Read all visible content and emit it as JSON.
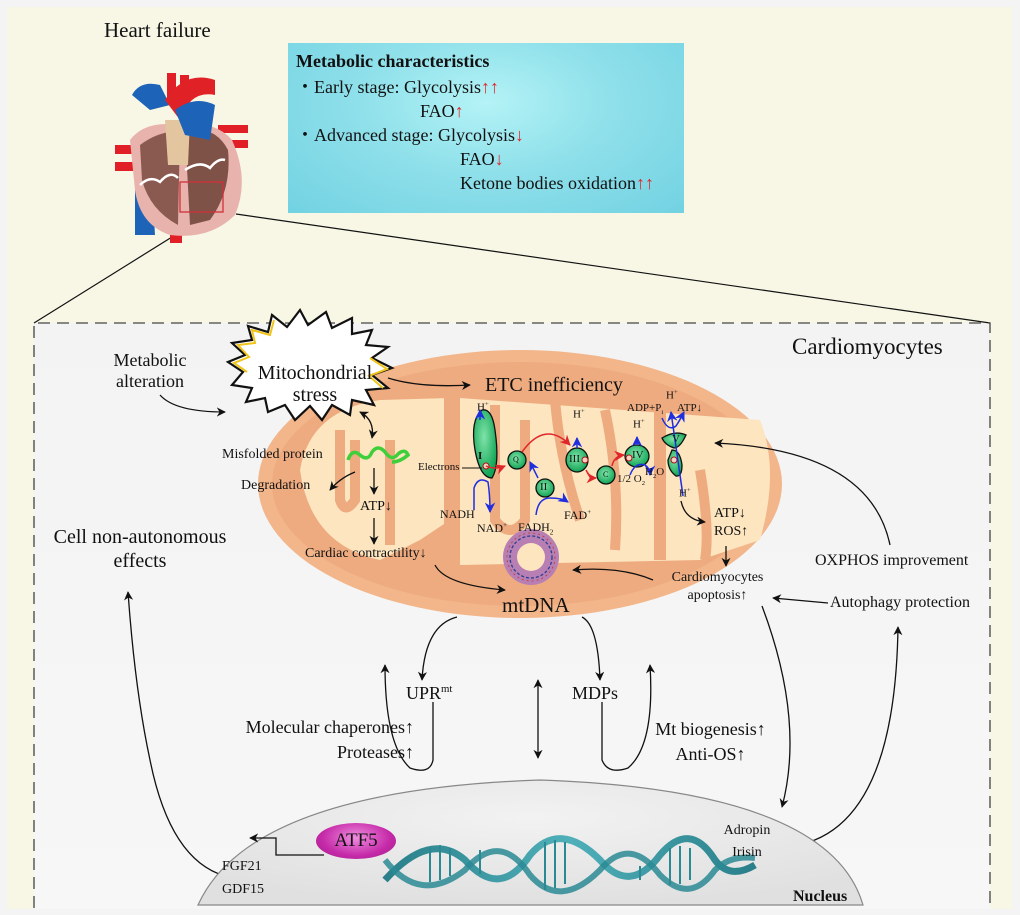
{
  "figure": {
    "title": "Heart failure",
    "metabolic_box": {
      "heading": "Metabolic characteristics",
      "rows": [
        {
          "bullet": "・",
          "stage": "Early stage: ",
          "item": "Glycolysis",
          "arrow": "↑↑"
        },
        {
          "bullet": "",
          "stage": "",
          "item": "FAO",
          "arrow": "↑"
        },
        {
          "bullet": "・",
          "stage": "Advanced stage: ",
          "item": "Glycolysis",
          "arrow": "↓"
        },
        {
          "bullet": "",
          "stage": "",
          "item": "FAO",
          "arrow": "↓"
        },
        {
          "bullet": "",
          "stage": "",
          "item": "Ketone bodies oxidation",
          "arrow": "↑↑"
        }
      ]
    },
    "cell_label": "Cardiomyocytes",
    "left": {
      "metabolic_alteration_1": "Metabolic",
      "metabolic_alteration_2": "alteration",
      "cell_non_autonomous_1": "Cell non-autonomous",
      "cell_non_autonomous_2": "effects"
    },
    "mito": {
      "stress_1": "Mitochondrial",
      "stress_2": "stress",
      "etc": "ETC inefficiency",
      "misfolded": "Misfolded protein",
      "degradation": "Degradation",
      "atp_down": "ATP↓",
      "cardiac": "Cardiac contractility↓",
      "mtdna": "mtDNA",
      "electrons": "Electrons",
      "nadh": "NADH",
      "nad": "NAD",
      "fadh": "FADH",
      "fad": "FAD",
      "h": "H",
      "plus": "+",
      "complex_I": "I",
      "complex_II": "II",
      "complex_III": "III",
      "complex_IV": "IV",
      "complex_V": "V",
      "q": "Q",
      "c": "C",
      "half_o2": "1/2 O",
      "h2o": "H",
      "o": "O",
      "two": "2",
      "adp": "ADP+P",
      "i": "i",
      "atp_v": "ATP↓",
      "atp_ros_1": "ATP↓",
      "atp_ros_2": "ROS↑",
      "apoptosis_1": "Cardiomyocytes",
      "apoptosis_2": "apoptosis↑"
    },
    "right": {
      "oxphos": "OXPHOS improvement",
      "autophagy": "Autophagy protection"
    },
    "bottom": {
      "uprmt": "UPR",
      "uprmt_sup": "mt",
      "mdps": "MDPs",
      "chaperones": "Molecular chaperones↑",
      "proteases": "Proteases↑",
      "biogenesis": "Mt biogenesis↑",
      "anti_os": "Anti-OS↑"
    },
    "nucleus": {
      "label": "Nucleus",
      "atf5": "ATF5",
      "fgf21": "FGF21",
      "gdf15": "GDF15",
      "adropin": "Adropin",
      "irisin": "Irisin"
    },
    "colors": {
      "panel": "#f8f7e6",
      "cell": "#f4f4f4",
      "mito_outer": "#f0b48a",
      "mito_inner": "#fde5c0",
      "complex_green": "#22b866",
      "blue_arrow": "#1f2fe0",
      "red_arrow": "#e0262b",
      "protein_green": "#3ecf3a",
      "dna_teal": "#2a8a94",
      "atf5_magenta": "#c52aa8",
      "meta_box": "#8fe0ea"
    }
  }
}
